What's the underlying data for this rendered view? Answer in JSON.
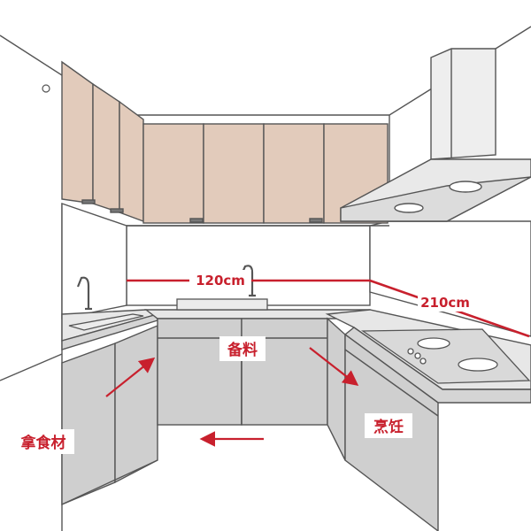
{
  "labels": {
    "width_back": "120cm",
    "width_right": "210cm",
    "prep": "备料",
    "cook": "烹饪",
    "take_food": "拿食材"
  },
  "colors": {
    "outline": "#555555",
    "wall": "#ffffff",
    "cabinet_upper": "#e2cbbb",
    "cabinet_lower": "#cfcfcf",
    "counter": "#e7e7e7",
    "accent_red": "#c8202d",
    "text": "#c8202d"
  },
  "icons": {
    "faucet": "faucet-icon",
    "burner": "burner-icon",
    "flow_arrow": "arrow-icon"
  }
}
